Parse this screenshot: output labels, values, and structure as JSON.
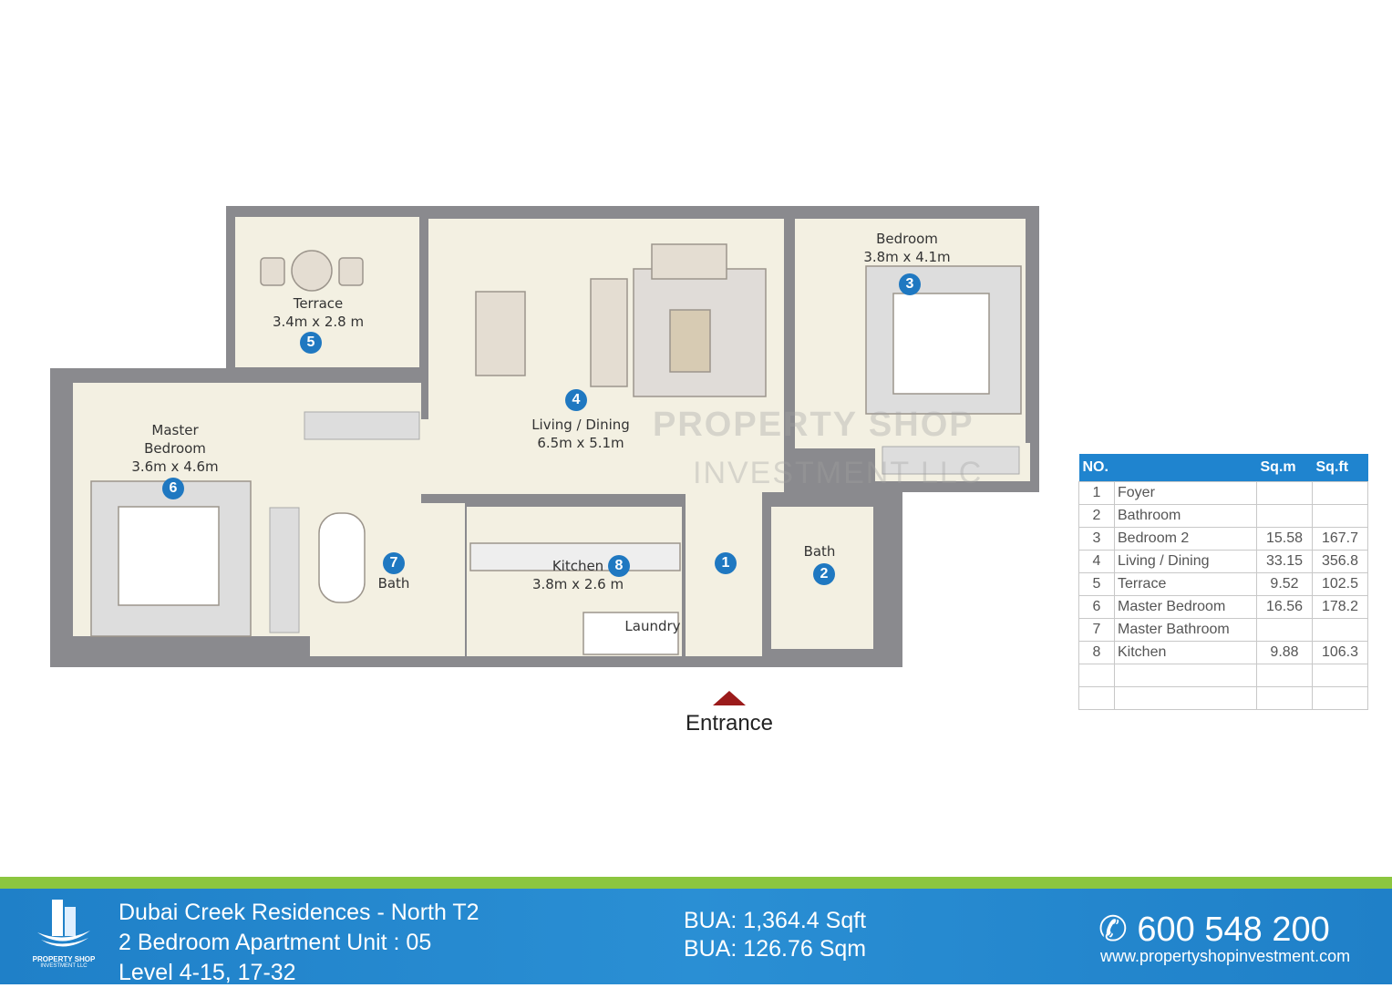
{
  "rooms": {
    "terrace": {
      "name": "Terrace",
      "size": "3.4m x 2.8 m",
      "no": "5"
    },
    "living": {
      "name": "Living / Dining",
      "size": "6.5m x 5.1m",
      "no": "4"
    },
    "bedroom": {
      "name": "Bedroom",
      "size": "3.8m x 4.1m",
      "no": "3"
    },
    "master": {
      "name_1": "Master",
      "name_2": "Bedroom",
      "size": "3.6m x 4.6m",
      "no": "6"
    },
    "bath_master": {
      "name": "Bath",
      "no": "7"
    },
    "kitchen": {
      "name": "Kitchen",
      "size": "3.8m x 2.6 m",
      "no": "8"
    },
    "laundry": {
      "name": "Laundry"
    },
    "foyer": {
      "no": "1"
    },
    "bath": {
      "name": "Bath",
      "no": "2"
    }
  },
  "entrance": "Entrance",
  "watermark": {
    "line1": "PROPERTY SHOP",
    "line2": "INVESTMENT LLC"
  },
  "area_table": {
    "headers": [
      "NO.",
      "",
      "Sq.m",
      "Sq.ft"
    ],
    "rows": [
      [
        "1",
        "Foyer",
        "",
        ""
      ],
      [
        "2",
        "Bathroom",
        "",
        ""
      ],
      [
        "3",
        "Bedroom 2",
        "15.58",
        "167.7"
      ],
      [
        "4",
        "Living / Dining",
        "33.15",
        "356.8"
      ],
      [
        "5",
        "Terrace",
        "9.52",
        "102.5"
      ],
      [
        "6",
        "Master Bedroom",
        "16.56",
        "178.2"
      ],
      [
        "7",
        "Master Bathroom",
        "",
        ""
      ],
      [
        "8",
        "Kitchen",
        "9.88",
        "106.3"
      ],
      [
        "",
        "",
        "",
        ""
      ],
      [
        "",
        "",
        "",
        ""
      ]
    ]
  },
  "footer": {
    "logo_line1": "PROPERTY SHOP",
    "logo_line2": "INVESTMENT LLC",
    "project": "Dubai Creek Residences - North T2",
    "unit": "2  Bedroom Apartment  Unit : 05",
    "level": "Level  4-15, 17-32",
    "bua_sqft": "BUA: 1,364.4 Sqft",
    "bua_sqm": "BUA: 126.76 Sqm",
    "phone": "600 548 200",
    "website": "www.propertyshopinvestment.com"
  },
  "colors": {
    "wall": "#8a8a8e",
    "floor": "#f3f0e2",
    "marker": "#1f78c1",
    "header": "#1f84cf",
    "green": "#8cc63f",
    "arrow": "#9b1b1b"
  }
}
